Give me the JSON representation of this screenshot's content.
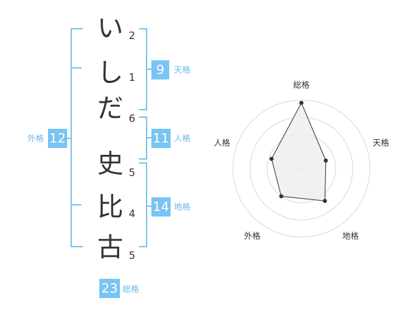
{
  "name": {
    "characters": [
      {
        "char": "い",
        "strokes": "2"
      },
      {
        "char": "し",
        "strokes": "1"
      },
      {
        "char": "だ",
        "strokes": "6"
      },
      {
        "char": "史",
        "strokes": "5"
      },
      {
        "char": "比",
        "strokes": "4"
      },
      {
        "char": "古",
        "strokes": "5"
      }
    ]
  },
  "fortunes": {
    "tenkaku": {
      "value": "9",
      "label": "天格"
    },
    "jinkaku": {
      "value": "11",
      "label": "人格"
    },
    "chikaku": {
      "value": "14",
      "label": "地格"
    },
    "gaikaku": {
      "value": "12",
      "label": "外格"
    },
    "soukaku": {
      "value": "23",
      "label": "総格"
    }
  },
  "chart_data": {
    "type": "radar",
    "axes": [
      "総格",
      "天格",
      "地格",
      "外格",
      "人格"
    ],
    "values": [
      23,
      9,
      14,
      12,
      11
    ],
    "max": 24,
    "rings": 4,
    "colors": {
      "fill": "#efefef",
      "line": "#333333",
      "grid": "#d8d8d8",
      "point": "#333333"
    }
  }
}
